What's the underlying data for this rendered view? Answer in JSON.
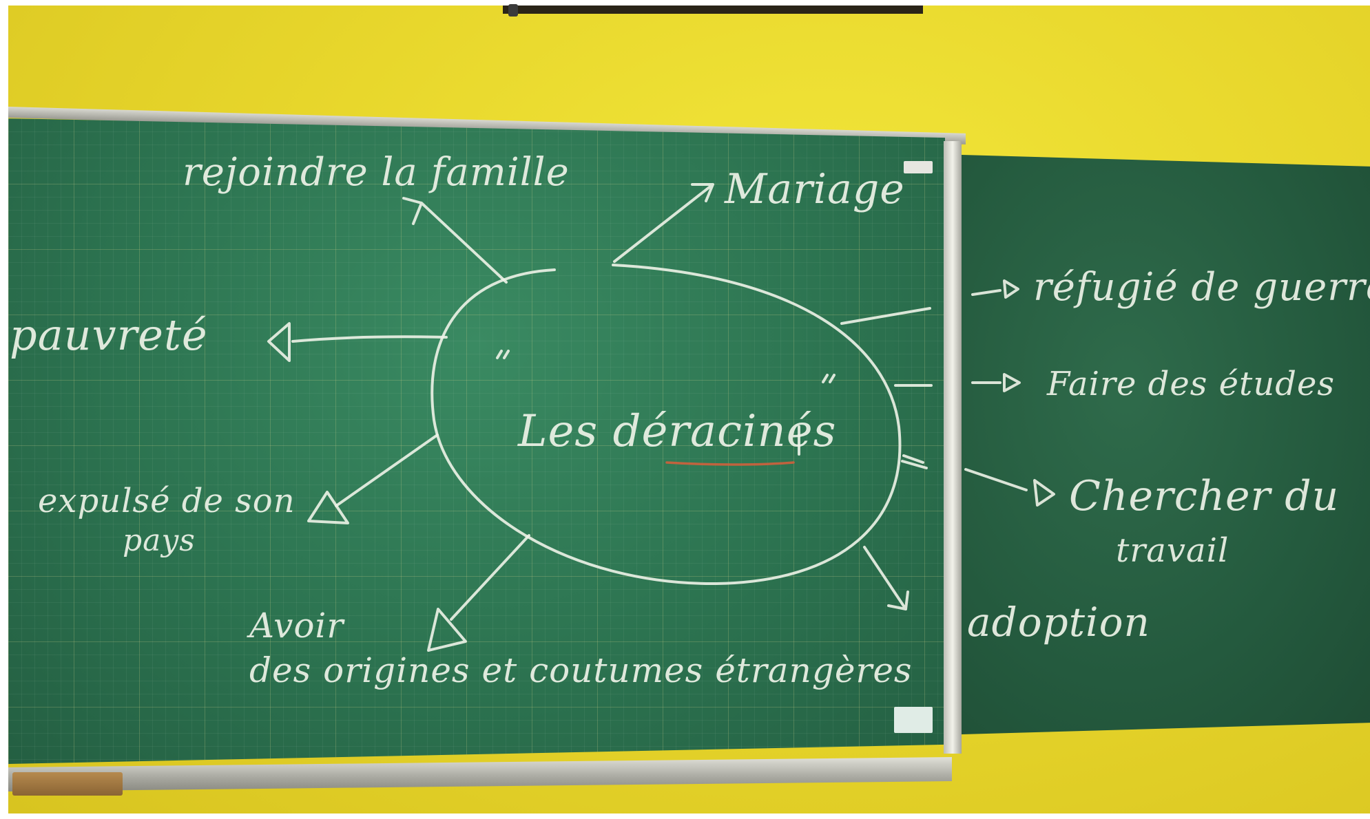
{
  "board": {
    "center": "Les déracinés",
    "labels": {
      "rejoindre": "rejoindre la famille",
      "mariage": "Mariage",
      "pauvrete": "pauvreté",
      "expulse_line1": "expulsé de son",
      "expulse_line2": "pays",
      "avoir_line1": "Avoir",
      "avoir_line2": "des origines et coutumes étrangères",
      "refugie": "réfugié de guerre",
      "etudes": "Faire des études",
      "travail_line1": "Chercher du",
      "travail_line2": "travail",
      "adoption": "adoption"
    }
  },
  "colors": {
    "wall": "#e8d72c",
    "board_green": "#2c7350",
    "chalk_white": "#eef3e8",
    "chalk_red": "#d0603c"
  }
}
